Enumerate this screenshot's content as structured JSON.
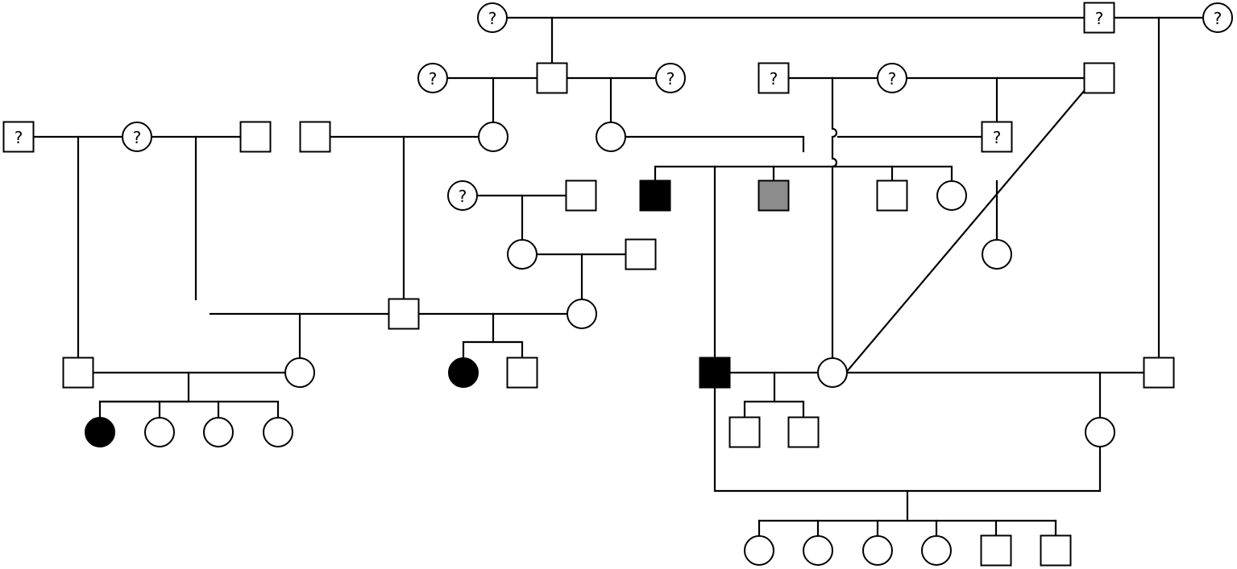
{
  "pedigree": {
    "unknown_mark": "?",
    "status_colors": {
      "affected": "#000000",
      "carrier": "#8c8c8c",
      "unaffected": "#ffffff"
    },
    "individuals": [
      {
        "id": "g1-f-unknown",
        "sex": "female",
        "status": "unknown"
      },
      {
        "id": "g1-m-unknown",
        "sex": "male",
        "status": "unknown"
      },
      {
        "id": "g1-f2-unknown",
        "sex": "female",
        "status": "unknown"
      },
      {
        "id": "g2-f-unknown-a",
        "sex": "female",
        "status": "unknown"
      },
      {
        "id": "g2-m-center",
        "sex": "male",
        "status": "unaffected"
      },
      {
        "id": "g2-f-unknown-b",
        "sex": "female",
        "status": "unknown"
      },
      {
        "id": "g2-m-unknown",
        "sex": "male",
        "status": "unknown"
      },
      {
        "id": "g2-f-unknown-c",
        "sex": "female",
        "status": "unknown"
      },
      {
        "id": "g2-m-right",
        "sex": "male",
        "status": "unaffected"
      },
      {
        "id": "g3-m-unknown-left",
        "sex": "male",
        "status": "unknown"
      },
      {
        "id": "g3-f-unknown-left",
        "sex": "female",
        "status": "unknown"
      },
      {
        "id": "g3-m-a",
        "sex": "male",
        "status": "unaffected"
      },
      {
        "id": "g3-m-b",
        "sex": "male",
        "status": "unaffected"
      },
      {
        "id": "g3-f-a",
        "sex": "female",
        "status": "unaffected"
      },
      {
        "id": "g3-f-b",
        "sex": "female",
        "status": "unaffected"
      },
      {
        "id": "g3-m-unknown-right",
        "sex": "male",
        "status": "unknown"
      },
      {
        "id": "g4-f-unknown",
        "sex": "female",
        "status": "unknown"
      },
      {
        "id": "g4-m-a",
        "sex": "male",
        "status": "unaffected"
      },
      {
        "id": "g4-m-affected",
        "sex": "male",
        "status": "affected"
      },
      {
        "id": "g4-m-carrier",
        "sex": "male",
        "status": "carrier"
      },
      {
        "id": "g4-m-b",
        "sex": "male",
        "status": "unaffected"
      },
      {
        "id": "g4-f-a",
        "sex": "female",
        "status": "unaffected"
      },
      {
        "id": "g4-f-b",
        "sex": "female",
        "status": "unaffected"
      },
      {
        "id": "g4-m-c",
        "sex": "male",
        "status": "unaffected"
      },
      {
        "id": "g5-f-a",
        "sex": "female",
        "status": "unaffected"
      },
      {
        "id": "g5-m-center",
        "sex": "male",
        "status": "unaffected"
      },
      {
        "id": "g5-f-b",
        "sex": "female",
        "status": "unaffected"
      },
      {
        "id": "g6-m-left",
        "sex": "male",
        "status": "unaffected"
      },
      {
        "id": "g6-f-a",
        "sex": "female",
        "status": "unaffected"
      },
      {
        "id": "g6-f-affected",
        "sex": "female",
        "status": "affected"
      },
      {
        "id": "g6-m-a",
        "sex": "male",
        "status": "unaffected"
      },
      {
        "id": "g6-m-affected",
        "sex": "male",
        "status": "affected"
      },
      {
        "id": "g6-f-b",
        "sex": "female",
        "status": "unaffected"
      },
      {
        "id": "g6-m-right",
        "sex": "male",
        "status": "unaffected"
      },
      {
        "id": "g7-f-affected",
        "sex": "female",
        "status": "affected"
      },
      {
        "id": "g7-f-a",
        "sex": "female",
        "status": "unaffected"
      },
      {
        "id": "g7-f-b",
        "sex": "female",
        "status": "unaffected"
      },
      {
        "id": "g7-f-c",
        "sex": "female",
        "status": "unaffected"
      },
      {
        "id": "g7-m-a",
        "sex": "male",
        "status": "unaffected"
      },
      {
        "id": "g7-m-b",
        "sex": "male",
        "status": "unaffected"
      },
      {
        "id": "g7-f-d",
        "sex": "female",
        "status": "unaffected"
      },
      {
        "id": "g8-f-a",
        "sex": "female",
        "status": "unaffected"
      },
      {
        "id": "g8-f-b",
        "sex": "female",
        "status": "unaffected"
      },
      {
        "id": "g8-f-c",
        "sex": "female",
        "status": "unaffected"
      },
      {
        "id": "g8-f-d",
        "sex": "female",
        "status": "unaffected"
      },
      {
        "id": "g8-m-a",
        "sex": "male",
        "status": "unaffected"
      },
      {
        "id": "g8-m-b",
        "sex": "male",
        "status": "unaffected"
      }
    ]
  }
}
